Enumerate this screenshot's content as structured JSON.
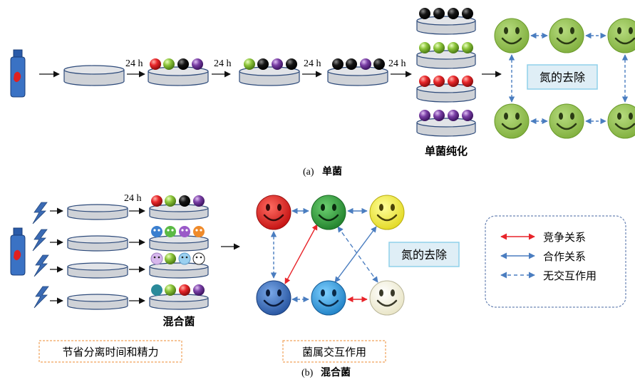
{
  "panel_a": {
    "time_labels": [
      "24 h",
      "24 h",
      "24 h",
      "24 h"
    ],
    "purify_label": "单菌纯化",
    "removal_label": "氮的去除",
    "caption_letter": "(a)",
    "caption_text": "单菌"
  },
  "panel_b": {
    "time_label": "24 h",
    "mixed_label": "混合菌",
    "removal_label": "氮的去除",
    "save_time_label": "节省分离时间和精力",
    "interaction_label": "菌属交互作用",
    "caption_letter": "(b)",
    "caption_text": "混合菌",
    "legend": [
      {
        "label": "竞争关系",
        "color": "#e8242a"
      },
      {
        "label": "合作关系",
        "color": "#4a7dc0"
      },
      {
        "label": "无交互作用",
        "color": "#4a7dc0"
      }
    ]
  },
  "colors": {
    "red_ball": "#e8262a",
    "green_ball": "#8cc43a",
    "black_ball": "#151515",
    "purple_ball": "#7a3fa5",
    "smiley_green": "#8ab843",
    "smiley_red": "#e41f1f",
    "smiley_darkgreen": "#2f9a3a",
    "smiley_yellow": "#f2ec3a",
    "smiley_blue": "#3a72c4",
    "smiley_lightblue": "#2c9ddf",
    "smiley_cream": "#f6f4df",
    "dish_fill": "#d4d6da",
    "dish_stroke": "#2d4a7a",
    "box_fill": "#dfeef6",
    "box_border": "#8fd0ea",
    "dashed_box_border": "#f0a25a",
    "legend_border": "#6a84b4"
  },
  "icons": [
    "bottle-icon",
    "lightning-icon",
    "petri-dish-icon",
    "smiley-icon",
    "bacteria-ball-icon"
  ]
}
